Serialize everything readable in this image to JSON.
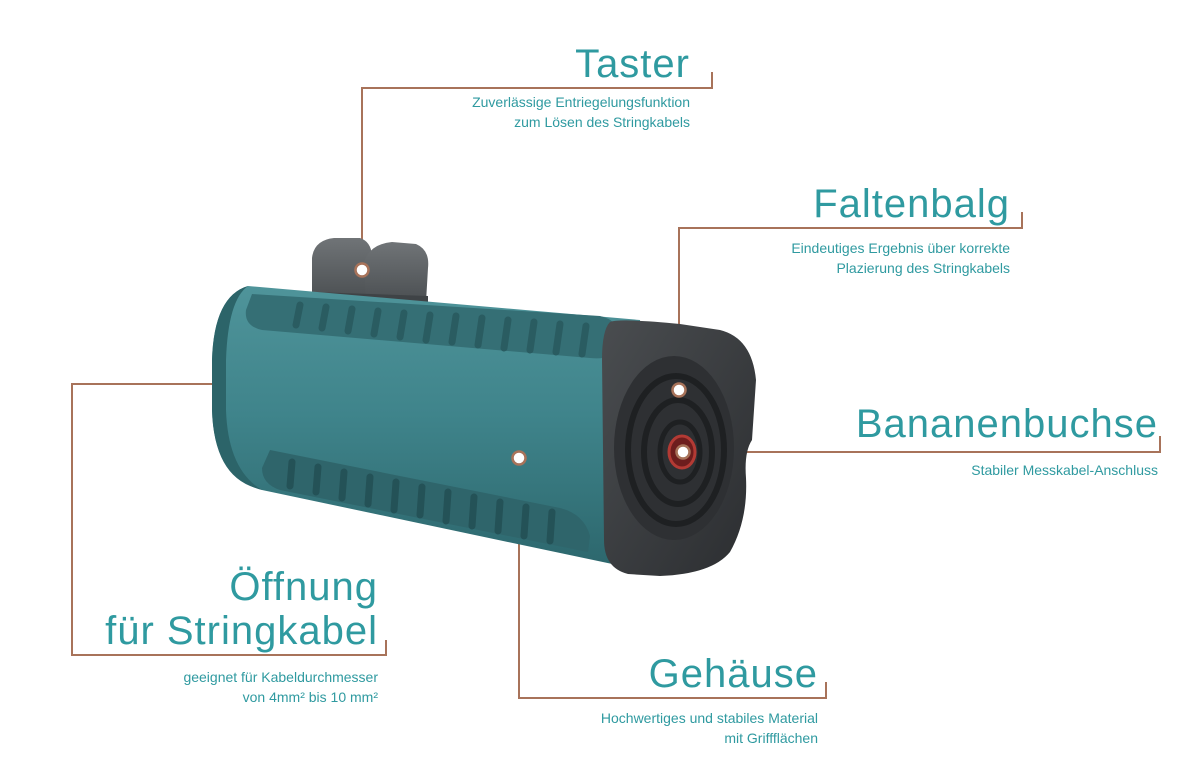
{
  "colors": {
    "accent": "#2f9aa0",
    "line": "#a8735a",
    "body": "#3f848b",
    "rubber": "#3a3d40",
    "button": "#5f6366"
  },
  "callouts": {
    "taster": {
      "title": "Taster",
      "desc1": "Zuverlässige Entriegelungsfunktion",
      "desc2": "zum Lösen des Stringkabels"
    },
    "faltenbalg": {
      "title": "Faltenbalg",
      "desc1": "Eindeutiges Ergebnis über korrekte",
      "desc2": "Plazierung des Stringkabels"
    },
    "bananenbuchse": {
      "title": "Bananenbuchse",
      "desc1": "Stabiler Messkabel-Anschluss"
    },
    "oeffnung": {
      "title1": "Öffnung",
      "title2": "für Stringkabel",
      "desc1": "geeignet für Kabeldurchmesser",
      "desc2": "von 4mm² bis 10 mm²"
    },
    "gehaeuse": {
      "title": "Gehäuse",
      "desc1": "Hochwertiges und stabiles Material",
      "desc2": "mit Griffflächen"
    }
  }
}
